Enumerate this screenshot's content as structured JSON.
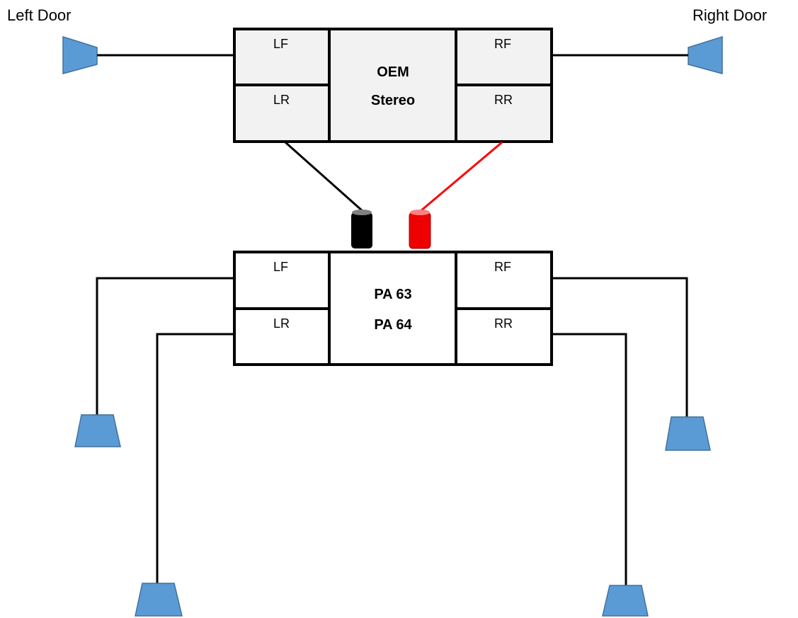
{
  "doors": {
    "left": "Left Door",
    "right": "Right Door"
  },
  "oem_stereo": {
    "title_line1": "OEM",
    "title_line2": "Stereo",
    "channels": {
      "lf": "LF",
      "lr": "LR",
      "rf": "RF",
      "rr": "RR"
    }
  },
  "amplifier": {
    "title_line1": "PA 63",
    "title_line2": "PA 64",
    "channels": {
      "lf": "LF",
      "lr": "LR",
      "rf": "RF",
      "rr": "RR"
    }
  },
  "colors": {
    "speaker_fill": "#5b9bd5",
    "speaker_stroke": "#41719c",
    "box_fill_oem": "#f2f2f2",
    "box_fill_amp": "#ffffff",
    "red_wire": "#ff0000",
    "black_wire": "#000000",
    "red_connector": "#ee0000",
    "black_connector": "#000000"
  }
}
